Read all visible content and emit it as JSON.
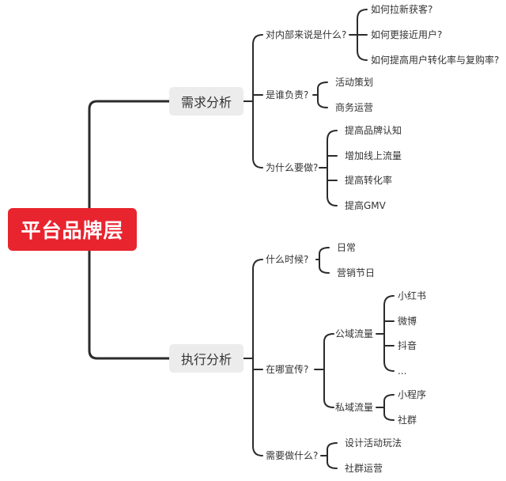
{
  "root": "平台品牌层",
  "demand": {
    "label": "需求分析",
    "q1": {
      "label": "对内部来说是什么?",
      "items": [
        "如何拉新获客?",
        "如何更接近用户?",
        "如何提高用户转化率与复购率?"
      ]
    },
    "q2": {
      "label": "是谁负责?",
      "items": [
        "活动策划",
        "商务运营"
      ]
    },
    "q3": {
      "label": "为什么要做?",
      "items": [
        "提高品牌认知",
        "增加线上流量",
        "提高转化率",
        "提高GMV"
      ]
    }
  },
  "exec": {
    "label": "执行分析",
    "q1": {
      "label": "什么时候?",
      "items": [
        "日常",
        "营销节日"
      ]
    },
    "q2": {
      "label": "在哪宣传?",
      "public": {
        "label": "公域流量",
        "items": [
          "小红书",
          "微博",
          "抖音",
          "..."
        ]
      },
      "private": {
        "label": "私域流量",
        "items": [
          "小程序",
          "社群"
        ]
      }
    },
    "q3": {
      "label": "需要做什么?",
      "items": [
        "设计活动玩法",
        "社群运营"
      ]
    }
  },
  "colors": {
    "root_bg": "#e8242f",
    "node_bg": "#ececec",
    "line": "#2b2b2b",
    "text": "#333333"
  }
}
